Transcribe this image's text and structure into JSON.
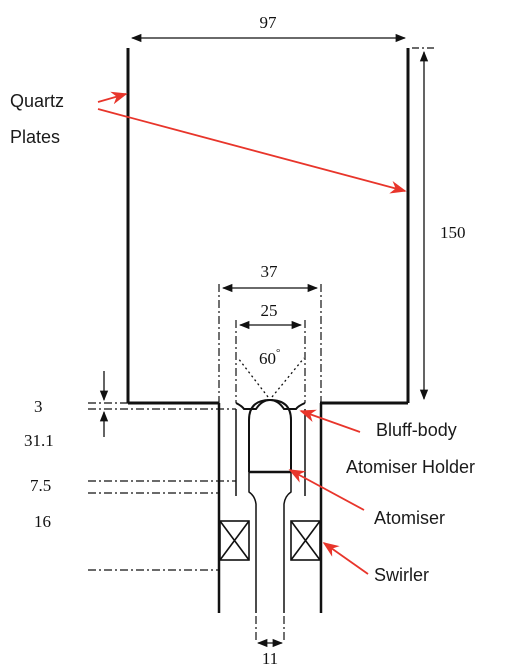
{
  "colors": {
    "line": "#111111",
    "leader": "#e8352b",
    "background": "#ffffff"
  },
  "dimensions": {
    "width_total": "97",
    "height_plates": "150",
    "outer_diameter": "37",
    "inner_diameter": "25",
    "angle": "60",
    "angle_unit": "°",
    "recess": "3",
    "holder_length": "31.1",
    "atomiser_gap": "7.5",
    "swirler_length": "16",
    "atomiser_diameter": "11"
  },
  "labels": {
    "quartz_line1": "Quartz",
    "quartz_line2": "Plates",
    "bluff_body": "Bluff-body",
    "atomiser_holder": "Atomiser Holder",
    "atomiser": "Atomiser",
    "swirler": "Swirler"
  }
}
